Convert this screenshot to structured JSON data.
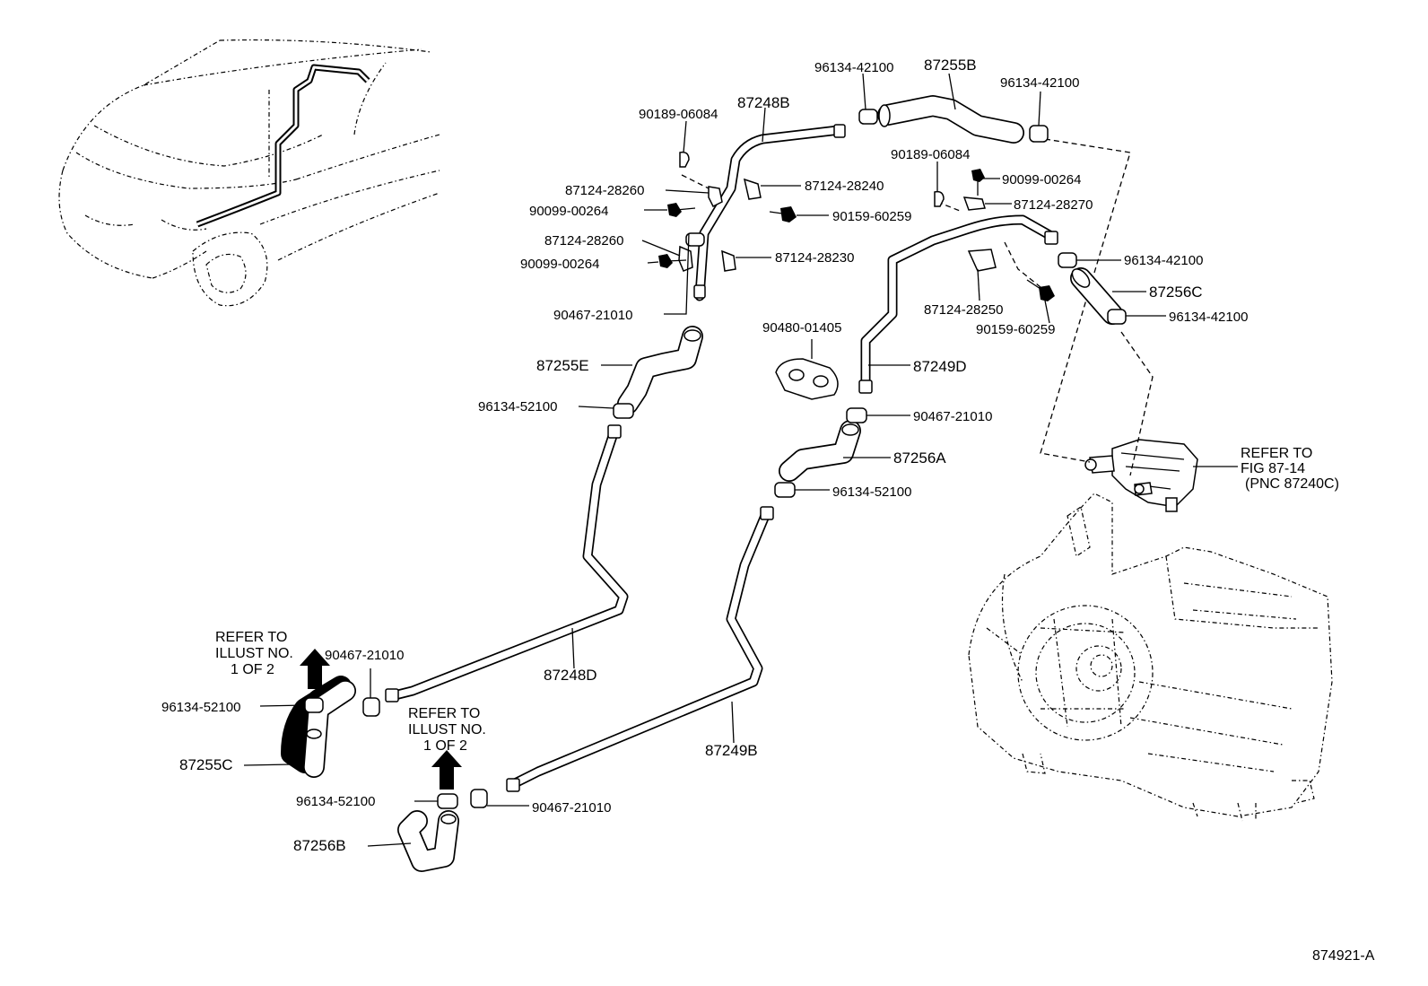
{
  "labels": {
    "p96134_42100_a": "96134-42100",
    "p87255B": "87255B",
    "p96134_42100_b": "96134-42100",
    "p90189_06084_a": "90189-06084",
    "p87248B": "87248B",
    "p87124_28260_a": "87124-28260",
    "p87124_28240": "87124-28240",
    "p90099_00264_a": "90099-00264",
    "p90159_60259_a": "90159-60259",
    "p87124_28260_b": "87124-28260",
    "p87124_28230": "87124-28230",
    "p90099_00264_b": "90099-00264",
    "p90189_06084_b": "90189-06084",
    "p90099_00264_c": "90099-00264",
    "p87124_28270": "87124-28270",
    "p96134_42100_c": "96134-42100",
    "p87256C": "87256C",
    "p87124_28250": "87124-28250",
    "p96134_42100_d": "96134-42100",
    "p90159_60259_b": "90159-60259",
    "p90467_21010_a": "90467-21010",
    "p90480_01405": "90480-01405",
    "p87255E": "87255E",
    "p87249D": "87249D",
    "p96134_52100_a": "96134-52100",
    "p90467_21010_b": "90467-21010",
    "p87256A": "87256A",
    "p96134_52100_b": "96134-52100",
    "p90467_21010_c": "90467-21010",
    "p96134_52100_c": "96134-52100",
    "p87248D": "87248D",
    "p87255C": "87255C",
    "p96134_52100_d": "96134-52100",
    "p90467_21010_d": "90467-21010",
    "p87249B": "87249B",
    "p87256B": "87256B"
  },
  "notes": {
    "refer_fig": [
      "REFER TO",
      "FIG 87-14",
      "(PNC 87240C)"
    ],
    "refer_illust_left": [
      "REFER TO",
      "ILLUST NO.",
      "1 OF 2"
    ],
    "refer_illust_mid": [
      "REFER TO",
      "ILLUST NO.",
      "1 OF 2"
    ]
  },
  "figure_id": "874921-A"
}
